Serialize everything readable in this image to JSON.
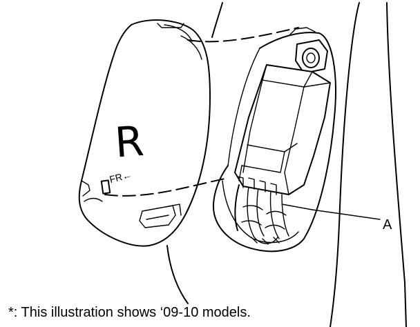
{
  "cover": {
    "letter": "R",
    "direction_mark": "FR←"
  },
  "callout": {
    "label": "A"
  },
  "caption": "*: This illustration shows ‘09-10 models."
}
